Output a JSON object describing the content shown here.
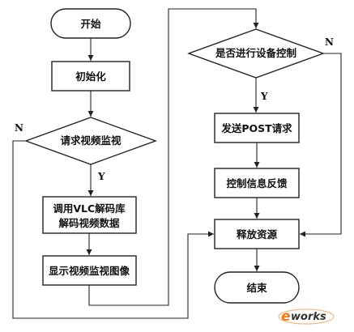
{
  "flowchart": {
    "left": {
      "start": "开始",
      "init": "初始化",
      "request": "请求视频监视",
      "yes_label": "Y",
      "no_label": "N",
      "vlc_line1": "调用VLC解码库",
      "vlc_line2": "解码视频数据",
      "display": "显示视频监视图像"
    },
    "right": {
      "decision": "是否进行设备控制",
      "yes_label": "Y",
      "no_label": "N",
      "post": "发送POST请求",
      "feedback": "控制信息反馈",
      "release": "释放资源",
      "end": "结束"
    }
  },
  "watermark": {
    "text_e": "e",
    "text_works": "works",
    "color_e": "#f07a1a",
    "color_works": "#333333"
  }
}
